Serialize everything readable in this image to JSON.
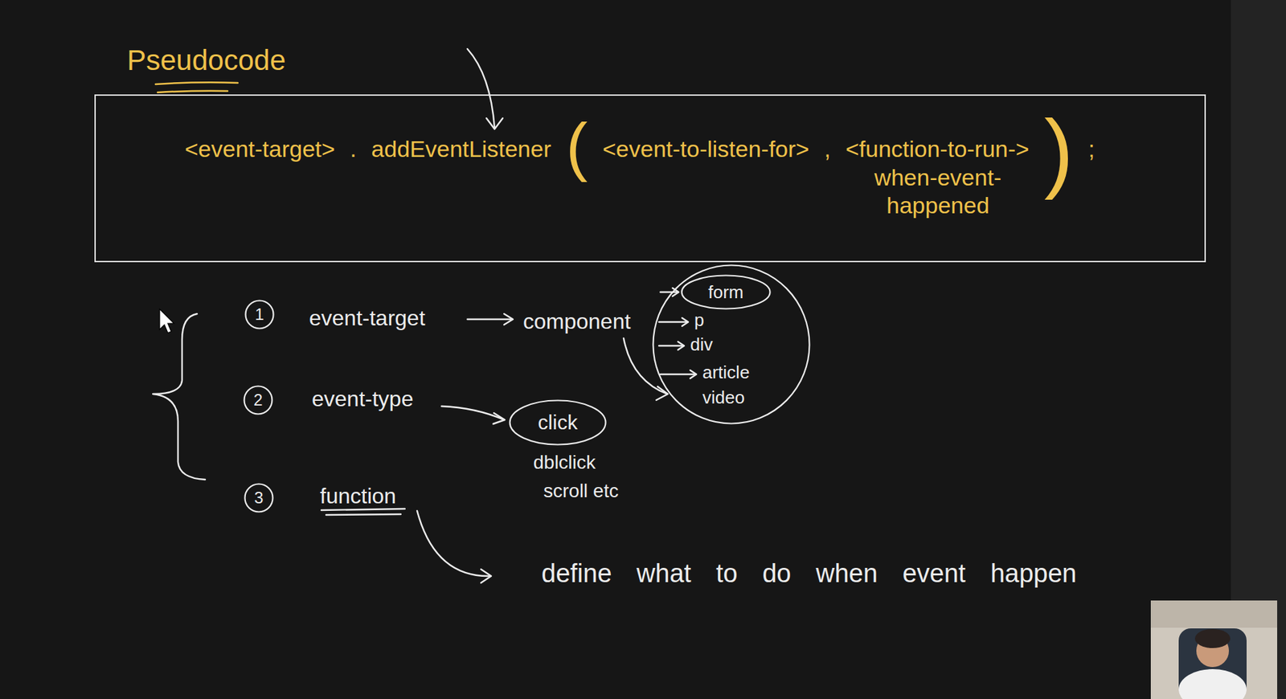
{
  "diagram": {
    "title": "Pseudocode",
    "nodes": [
      {
        "text": [
          "<event-target>",
          ".",
          "addEventListener",
          "(",
          "<event-to-listen-for>",
          ",",
          "<function-to-run->",
          "when-event- happened",
          ")",
          ";"
        ]
      },
      {
        "text": [
          "1"
        ]
      },
      {
        "text": [
          "p",
          "div",
          "article",
          "video"
        ]
      },
      {
        "text": [
          "form"
        ],
        "in": 2
      },
      {
        "text": [
          "2"
        ]
      },
      {
        "text": [
          "click"
        ]
      },
      {
        "text": [
          "3"
        ]
      }
    ],
    "labels": [
      "event-target",
      "component",
      "event-type",
      "dblclick",
      "scroll etc",
      "function",
      "define what to do when event happen"
    ]
  }
}
